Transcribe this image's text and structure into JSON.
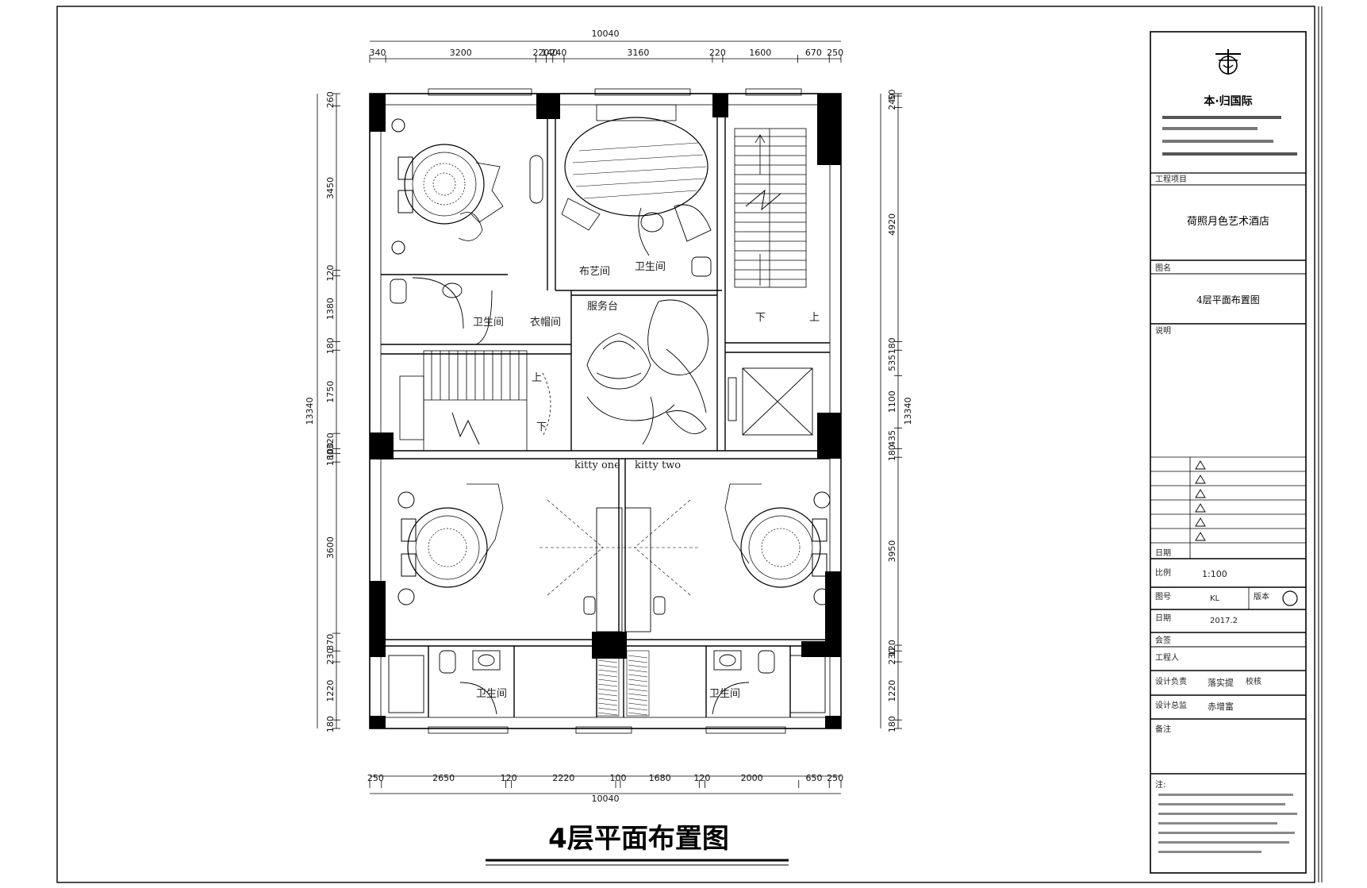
{
  "drawing_title": "4层平面布置图",
  "title_block": {
    "company": "本·归国际",
    "project_label": "工程项目",
    "project_name": "荷照月色艺术酒店",
    "drawing_label": "图名",
    "drawing_name": "4层平面布置图",
    "notes_label": "说明",
    "date_label": "日期",
    "scale_label": "比例",
    "scale_value": "1:100",
    "drawing_no_label": "图号",
    "drawing_no_value": "KL",
    "version_label": "版本",
    "date_row_label": "日期",
    "date_value": "2017.2",
    "review_label": "会签",
    "engineer_label": "工程人",
    "design_label": "设计负责",
    "designer_value": "落实提",
    "proof_label": "校核",
    "approve_label": "设计总监",
    "approver_value": "赤增富",
    "remark_label": "备注",
    "note_label": "注:"
  },
  "dims": {
    "top_total": "10040",
    "top": [
      "340",
      "3200",
      "220",
      "140",
      "240",
      "3160",
      "220",
      "1600",
      "670",
      "250"
    ],
    "bottom_total": "10040",
    "bottom": [
      "250",
      "2650",
      "120",
      "2220",
      "100",
      "1680",
      "120",
      "2000",
      "650",
      "250"
    ],
    "left_total": "13340",
    "left": [
      "260",
      "3450",
      "120",
      "1380",
      "180",
      "1750",
      "320",
      "100",
      "180",
      "3600",
      "370",
      "230",
      "1220",
      "180"
    ],
    "right_total": "13340",
    "right": [
      "50",
      "240",
      "4920",
      "180",
      "535",
      "1100",
      "435",
      "180",
      "3950",
      "120",
      "230",
      "1220",
      "180"
    ]
  },
  "rooms": {
    "toilet_1": "卫生间",
    "toilet_2": "卫生间",
    "toilet_3": "卫生间",
    "toilet_4": "卫生间",
    "closet": "衣帽间",
    "storage": "布艺间",
    "pantry": "服务台",
    "kitty_one": "kitty one",
    "kitty_two": "kitty two",
    "stair_up_1": "上",
    "stair_down_1": "下",
    "stair_up_2": "上",
    "stair_down_2": "下"
  }
}
